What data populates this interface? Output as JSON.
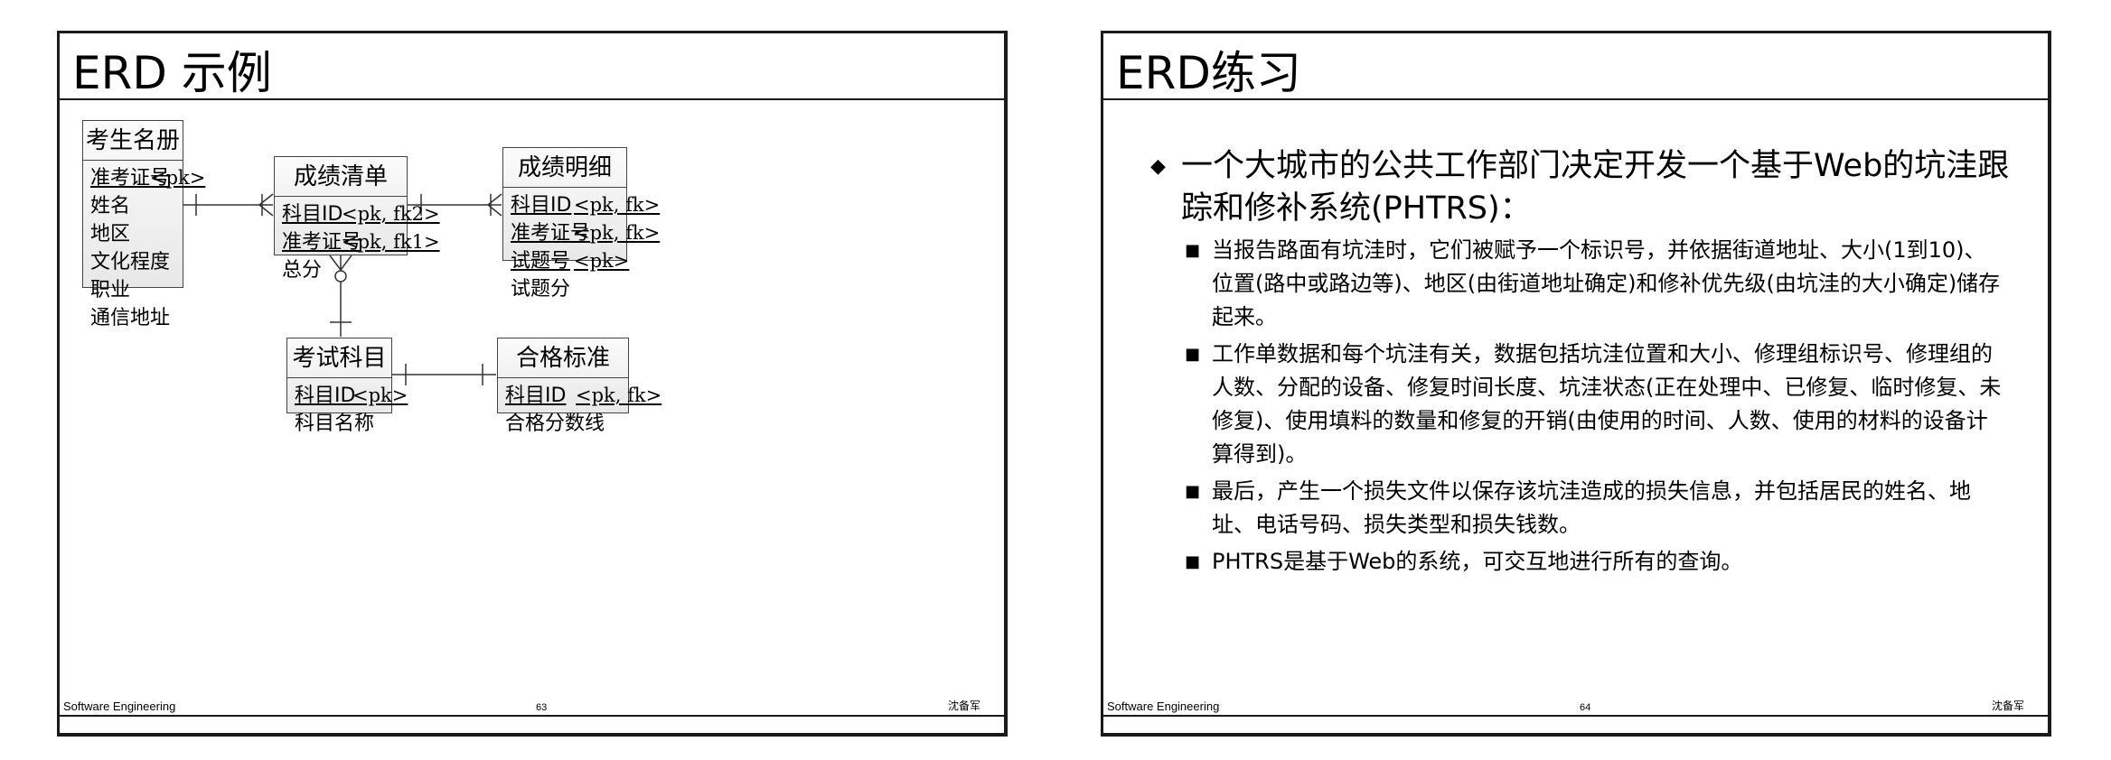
{
  "slides": [
    {
      "title": "ERD 示例",
      "footer": {
        "left": "Software Engineering",
        "page": "63",
        "author": "沈备军"
      },
      "entities": [
        {
          "name": "考生名册",
          "attributes": [
            {
              "name": "准考证号",
              "key": "<pk>",
              "underline": true
            },
            {
              "name": "姓名",
              "key": "",
              "underline": false
            },
            {
              "name": "地区",
              "key": "",
              "underline": false
            },
            {
              "name": "文化程度",
              "key": "",
              "underline": false
            },
            {
              "name": "职业",
              "key": "",
              "underline": false
            },
            {
              "name": "通信地址",
              "key": "",
              "underline": false
            }
          ]
        },
        {
          "name": "成绩清单",
          "attributes": [
            {
              "name": "科目ID",
              "key": "<pk, fk2>",
              "underline": true
            },
            {
              "name": "准考证号",
              "key": "<pk, fk1>",
              "underline": true
            },
            {
              "name": "总分",
              "key": "",
              "underline": false
            }
          ]
        },
        {
          "name": "成绩明细",
          "attributes": [
            {
              "name": "科目ID",
              "key": "<pk, fk>",
              "underline": true
            },
            {
              "name": "准考证号",
              "key": "<pk, fk>",
              "underline": true
            },
            {
              "name": "试题号",
              "key": "<pk>",
              "underline": true
            },
            {
              "name": "试题分",
              "key": "",
              "underline": false
            }
          ]
        },
        {
          "name": "考试科目",
          "attributes": [
            {
              "name": "科目ID",
              "key": "<pk>",
              "underline": true
            },
            {
              "name": "科目名称",
              "key": "",
              "underline": false
            }
          ]
        },
        {
          "name": "合格标准",
          "attributes": [
            {
              "name": "科目ID",
              "key": "<pk, fk>",
              "underline": true
            },
            {
              "name": "合格分数线",
              "key": "",
              "underline": false
            }
          ]
        }
      ]
    },
    {
      "title": "ERD练习",
      "footer": {
        "left": "Software Engineering",
        "page": "64",
        "author": "沈备军"
      },
      "main_bullet": "一个大城市的公共工作部门决定开发一个基于Web的坑洼跟踪和修补系统(PHTRS)：",
      "sub_bullets": [
        "当报告路面有坑洼时，它们被赋予一个标识号，并依据街道地址、大小(1到10)、位置(路中或路边等)、地区(由街道地址确定)和修补优先级(由坑洼的大小确定)储存起来。",
        "工作单数据和每个坑洼有关，数据包括坑洼位置和大小、修理组标识号、修理组的人数、分配的设备、修复时间长度、坑洼状态(正在处理中、已修复、临时修复、未修复)、使用填料的数量和修复的开销(由使用的时间、人数、使用的材料的设备计算得到)。",
        "最后，产生一个损失文件以保存该坑洼造成的损失信息，并包括居民的姓名、地址、电话号码、损失类型和损失钱数。",
        "PHTRS是基于Web的系统，可交互地进行所有的查询。"
      ]
    }
  ]
}
